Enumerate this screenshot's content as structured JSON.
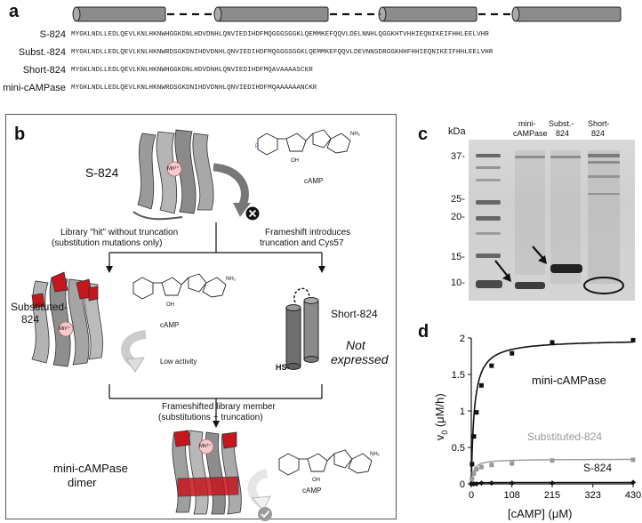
{
  "panel_a": {
    "label": "a",
    "rows": [
      {
        "name": "S-824",
        "seq": "MYGKLNDLLEDLQEVLKNLHKNWHGGKDNLHDVDNHLQNVIEDIHDFMQGGGSGGKLQEMMKEFQQVLDELNNHLQGGKHTVHHIEQNIKEIFHHLEELVHR"
      },
      {
        "name": "Subst.-824",
        "seq": "MYGKLNDLLEDLQEVLKNLHKNWRDSGKDNIHDVDNHLQNVIEDIHDFMQGGGSGGKLQEMMKEFQQVLDEVNNSDRGGKHHFHHIEQNIKEIFHHLEELVHR"
      },
      {
        "name": "Short-824",
        "seq": "MYGKLNDLLEDLQEVLKNLHKNWHGGKDNLHDVDNHLQNVIEDIHDFMQAVAAAASCKR"
      },
      {
        "name": "mini-cAMPase",
        "seq": "MYGKLNDLLEDLQEVLKNLHKNWRDSGKDNIHDVDNHLQNVIEDIHDFMQAAAAAANCKR"
      }
    ]
  },
  "panel_b": {
    "label": "b",
    "s824": "S-824",
    "camp": "cAMP",
    "mn": "Mn²⁺",
    "left_branch": [
      "Library \"hit\" without truncation",
      "(substitution mutations only)"
    ],
    "right_branch": [
      "Frameshift introduces",
      "truncation and Cys57"
    ],
    "substituted": [
      "Substituted-",
      "824"
    ],
    "low_activity": "Low activity",
    "short": "Short-824",
    "hs": "HS-",
    "not_expressed": [
      "Not",
      "expressed"
    ],
    "frameshifted": [
      "Frameshifted library member",
      "(substitutions + truncation)"
    ],
    "mini": [
      "mini-cAMPase",
      "dimer"
    ]
  },
  "panel_c": {
    "label": "c",
    "kda": "kDa",
    "lanes": [
      [
        "mini-",
        "cAMPase"
      ],
      [
        "Subst.-",
        "824"
      ],
      [
        "Short-",
        "824"
      ]
    ],
    "markers": [
      "37-",
      "25-",
      "20-",
      "15-",
      "10-"
    ]
  },
  "panel_d": {
    "label": "d",
    "ylabel_main": "v",
    "ylabel_sub": "0",
    "ylabel_units": " (μM/h)",
    "xlabel": "[cAMP] (μM)",
    "chart_data": {
      "type": "scatter",
      "xlabel": "[cAMP] (μM)",
      "ylabel": "v0 (μM/h)",
      "xlim": [
        0,
        430
      ],
      "ylim": [
        0,
        2
      ],
      "xticks": [
        0,
        108,
        215,
        323,
        430
      ],
      "yticks": [
        0,
        0.5,
        1,
        1.5,
        2
      ],
      "series": [
        {
          "name": "mini-cAMPase",
          "color": "#111111",
          "x": [
            0,
            2,
            7,
            14,
            27,
            54,
            108,
            215,
            430
          ],
          "y": [
            0,
            0.27,
            0.65,
            0.98,
            1.35,
            1.62,
            1.79,
            1.94,
            1.97
          ]
        },
        {
          "name": "Substituted-824",
          "color": "#999999",
          "x": [
            0,
            2,
            7,
            14,
            27,
            54,
            108,
            215,
            430
          ],
          "y": [
            0,
            0.07,
            0.14,
            0.2,
            0.23,
            0.26,
            0.28,
            0.32,
            0.33
          ]
        },
        {
          "name": "S-824",
          "color": "#111111",
          "x": [
            0,
            2,
            7,
            14,
            27,
            54,
            108,
            215,
            430
          ],
          "y": [
            0,
            0.0,
            0.0,
            0.0,
            0.01,
            0.01,
            0.01,
            0.01,
            0.02
          ]
        }
      ]
    }
  }
}
